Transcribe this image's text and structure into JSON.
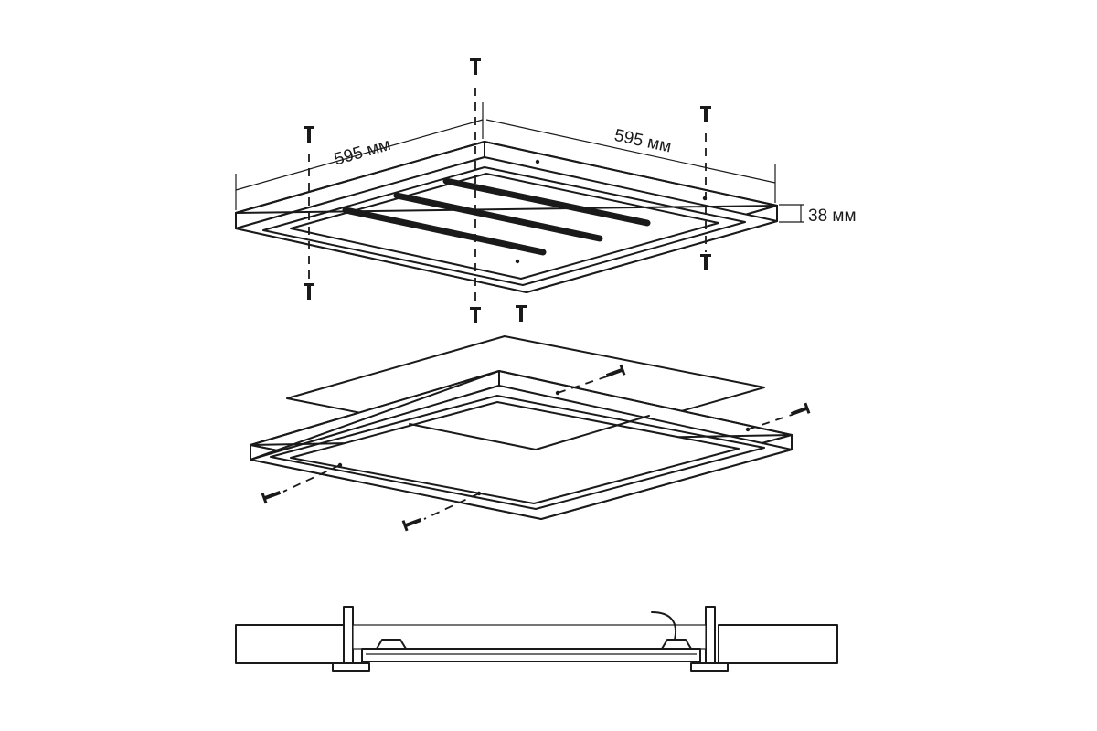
{
  "diagram": {
    "dimensions": {
      "width_left": "595 мм",
      "width_right": "595 мм",
      "height": "38 мм"
    },
    "colors": {
      "line": "#1a1a1a",
      "background": "#ffffff"
    },
    "parts": [
      {
        "name": "led-panel"
      },
      {
        "name": "back-cover-plate"
      },
      {
        "name": "mounting-frame"
      },
      {
        "name": "ceiling-cross-section"
      }
    ]
  }
}
